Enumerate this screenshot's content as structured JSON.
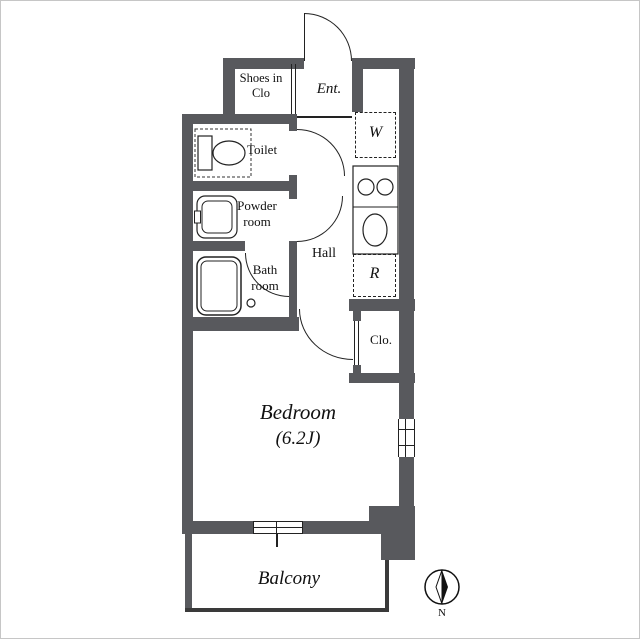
{
  "colors": {
    "wall": "#58595d",
    "line": "#222222"
  },
  "rooms": {
    "shoes_closet": {
      "line1": "Shoes in",
      "line2": "Clo"
    },
    "entrance": {
      "label": "Ent."
    },
    "toilet": {
      "label": "Toilet"
    },
    "washer": {
      "label": "W"
    },
    "powder_room": {
      "line1": "Powder",
      "line2": "room"
    },
    "hall": {
      "label": "Hall"
    },
    "refrigerator": {
      "label": "R"
    },
    "bath_room": {
      "line1": "Bath",
      "line2": "room"
    },
    "closet": {
      "label": "Clo."
    },
    "bedroom": {
      "name": "Bedroom",
      "size": "(6.2J)"
    },
    "balcony": {
      "label": "Balcony"
    }
  },
  "compass": {
    "north": "N"
  }
}
